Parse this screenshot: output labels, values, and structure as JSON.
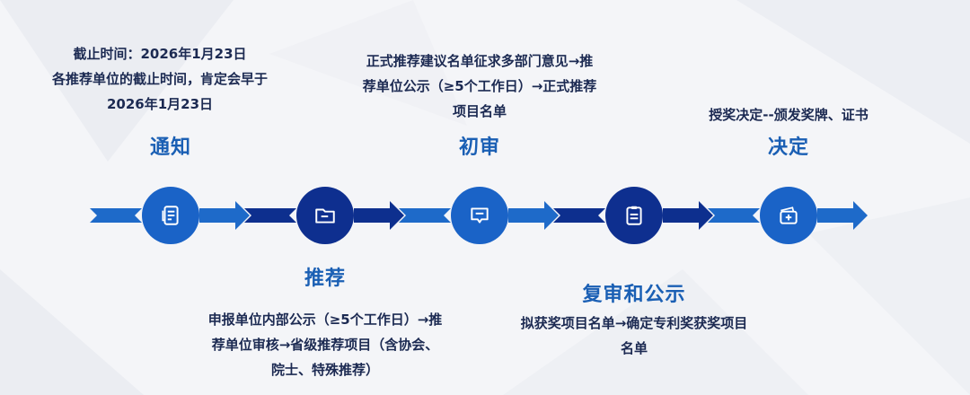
{
  "colors": {
    "arrow_light": "#1e6ac9",
    "arrow_dark": "#0d2f8e",
    "node_light": "#1a63c7",
    "node_dark": "#0e2f8f",
    "title": "#1a5fb4",
    "text": "#1c2a52"
  },
  "steps": [
    {
      "title": "通知",
      "desc_lines": [
        "截止时间：2026年1月23日",
        "各推荐单位的截止时间，肯定会早于",
        "2026年1月23日"
      ],
      "icon": "document-list-icon"
    },
    {
      "title": "推荐",
      "desc_lines": [
        "申报单位内部公示（≥5个工作日）→推",
        "荐单位审核→省级推荐项目（含协会、",
        "院士、特殊推荐）"
      ],
      "icon": "folder-icon"
    },
    {
      "title": "初审",
      "desc_lines": [
        "正式推荐建议名单征求多部门意见→推",
        "荐单位公示（≥5个工作日）→正式推荐",
        "项目名单"
      ],
      "icon": "message-icon"
    },
    {
      "title": "复审和公示",
      "desc_lines": [
        "拟获奖项目名单→确定专利奖获奖项目",
        "名单"
      ],
      "icon": "clipboard-icon"
    },
    {
      "title": "决定",
      "desc_lines": [
        "授奖决定--颁发奖牌、证书"
      ],
      "icon": "certificate-add-icon"
    }
  ]
}
